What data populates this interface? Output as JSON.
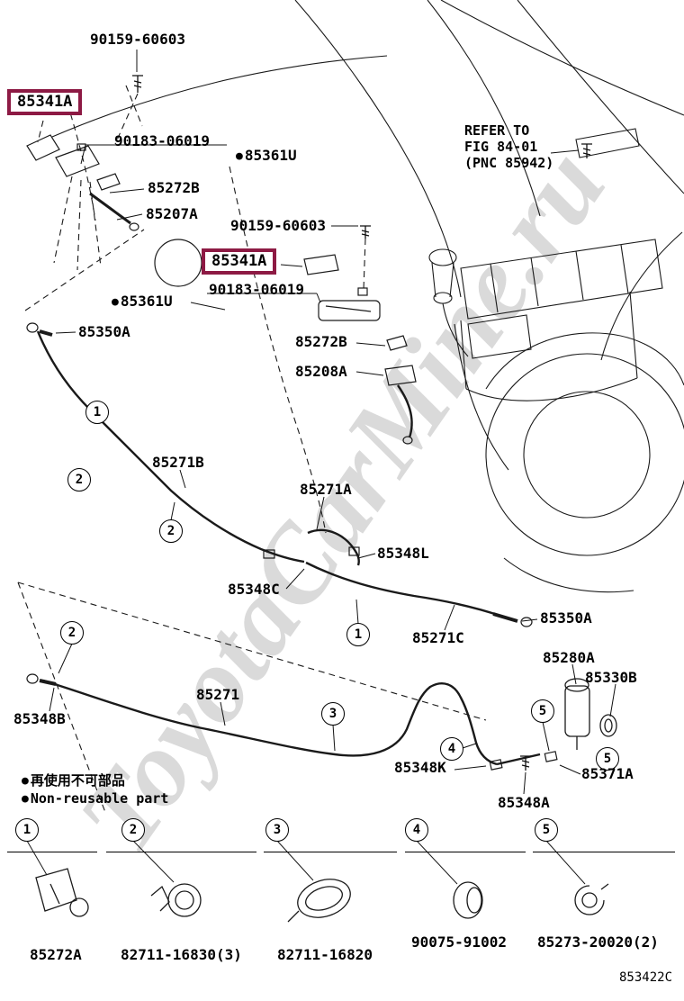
{
  "watermark": "ToyotaCarMine.ru",
  "diagram_code": "853422C",
  "colors": {
    "highlight_box": "#8d1a44"
  },
  "legend": {
    "bullet": "●",
    "jp": "再使用不可部品",
    "en": "Non-reusable part"
  },
  "refer_note": {
    "line1": "REFER TO",
    "line2": "FIG 84-01",
    "line3": "(PNC 85942)"
  },
  "labels": {
    "screw_top": "90159-60603",
    "nozzle_l_box": "85341A",
    "grommet_l": "90183-06019",
    "joint_l": "85361U",
    "packing_l": "85272B",
    "hose_l": "85207A",
    "screw_mid": "90159-60603",
    "nozzle_r_box": "85341A",
    "grommet_r": "90183-06019",
    "joint_r": "85361U",
    "grommet_front_l": "85350A",
    "packing_r": "85272B",
    "nozzle_rr": "85208A",
    "hose_b": "85271B",
    "hose_a": "85271A",
    "clip_348l": "85348L",
    "clamp_348c": "85348C",
    "grommet_front_r": "85350A",
    "hose_c": "85271C",
    "pump": "85280A",
    "grommet_330": "85330B",
    "clamp_348b": "85348B",
    "hose_main": "85271",
    "clamp_348k": "85348K",
    "packing_371": "85371A",
    "clamp_348a": "85348A"
  },
  "callouts": [
    "1",
    "2",
    "2",
    "2",
    "1",
    "3",
    "4",
    "5",
    "5"
  ],
  "legend_table": {
    "items": [
      {
        "num": "1",
        "part": "85272A"
      },
      {
        "num": "2",
        "part": "82711-16830(3)"
      },
      {
        "num": "3",
        "part": "82711-16820"
      },
      {
        "num": "4",
        "part": "90075-91002"
      },
      {
        "num": "5",
        "part": "85273-20020(2)"
      }
    ]
  }
}
